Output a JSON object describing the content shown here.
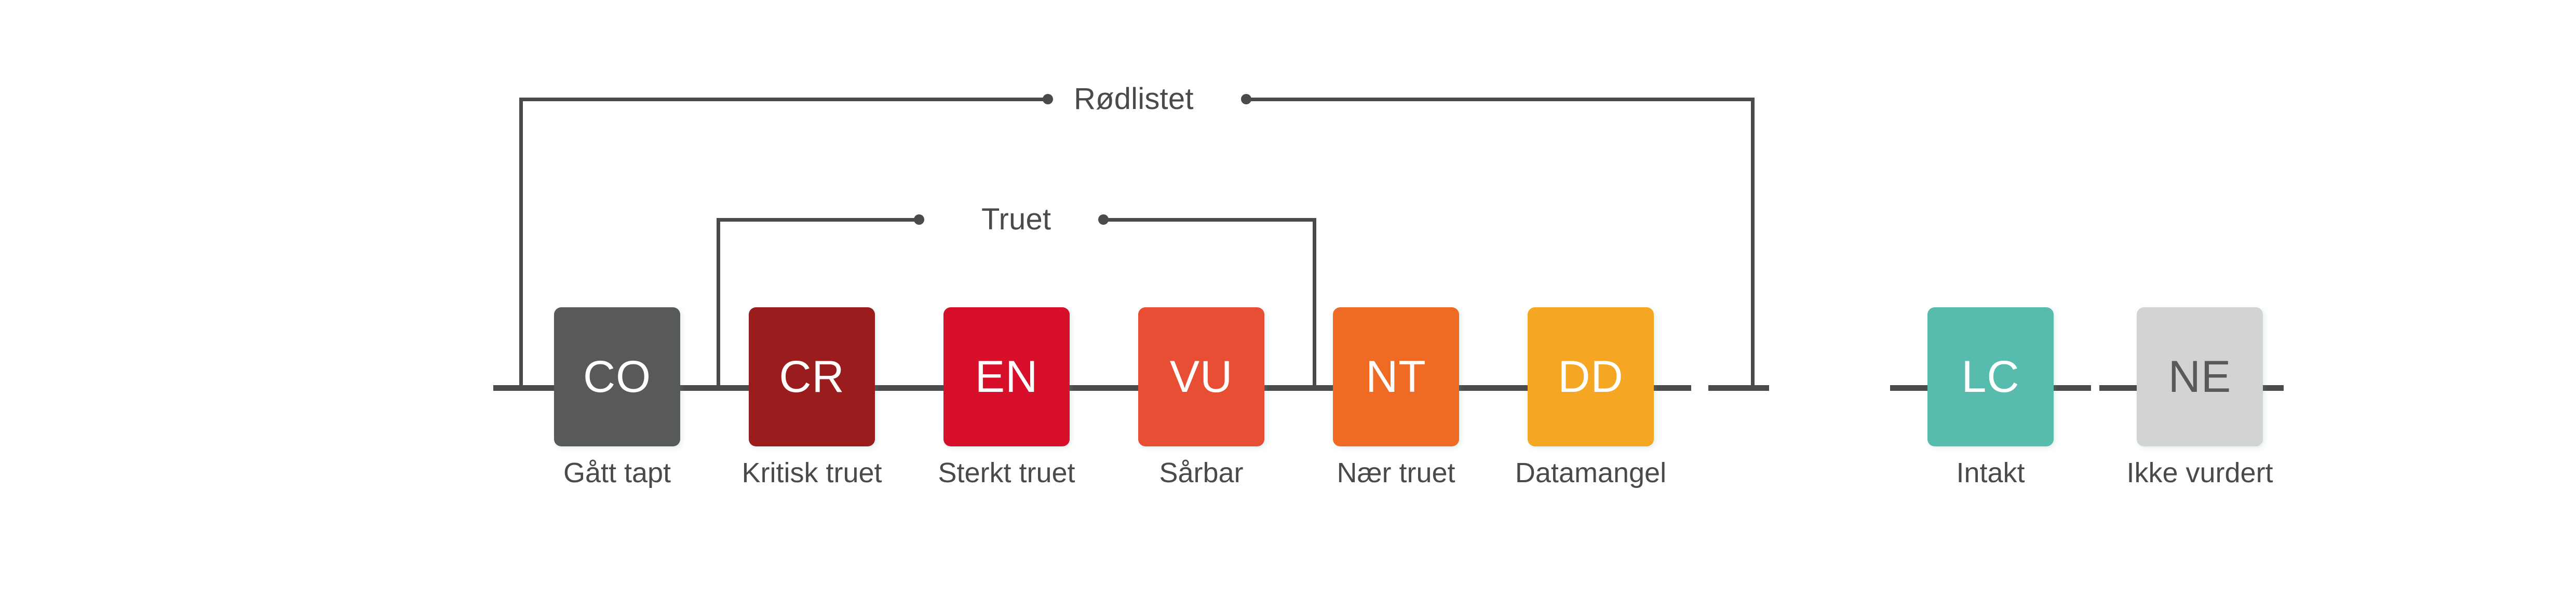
{
  "diagram": {
    "title_visible": false,
    "axis_color": "#4a4a4a",
    "background": "#ffffff",
    "categories": [
      {
        "code": "CO",
        "label": "Gått tapt",
        "color": "#58595b",
        "text_color": "#ffffff",
        "name": "collapsed"
      },
      {
        "code": "CR",
        "label": "Kritisk truet",
        "color": "#9b1c1c",
        "text_color": "#ffffff",
        "name": "critically-endangered"
      },
      {
        "code": "EN",
        "label": "Sterkt truet",
        "color": "#d80f2b",
        "text_color": "#ffffff",
        "name": "endangered"
      },
      {
        "code": "VU",
        "label": "Sårbar",
        "color": "#e84e33",
        "text_color": "#ffffff",
        "name": "vulnerable"
      },
      {
        "code": "NT",
        "label": "Nær truet",
        "color": "#ef6b23",
        "text_color": "#ffffff",
        "name": "near-threatened"
      },
      {
        "code": "DD",
        "label": "Datamangel",
        "color": "#f5a623",
        "text_color": "#ffffff",
        "name": "data-deficient"
      },
      {
        "code": "LC",
        "label": "Intakt",
        "color": "#57bcae",
        "text_color": "#ffffff",
        "name": "least-concern"
      },
      {
        "code": "NE",
        "label": "Ikke vurdert",
        "color": "#d2d3d4",
        "text_color": "#58595b",
        "name": "not-evaluated"
      }
    ],
    "brackets": [
      {
        "label": "Rødlistet",
        "name": "redlisted-bracket",
        "spans": [
          "CO",
          "CR",
          "EN",
          "VU",
          "NT",
          "DD"
        ]
      },
      {
        "label": "Truet",
        "name": "threatened-bracket",
        "spans": [
          "CR",
          "EN",
          "VU"
        ]
      }
    ]
  }
}
